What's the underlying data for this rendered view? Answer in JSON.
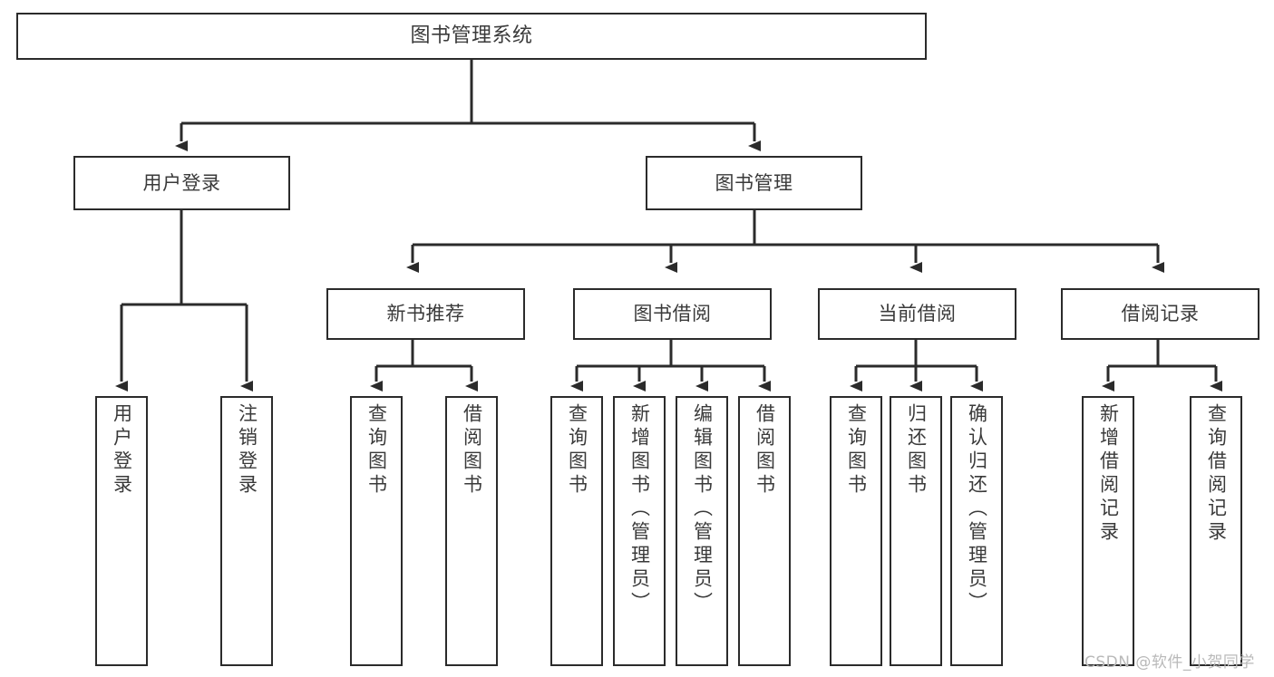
{
  "diagram": {
    "type": "tree",
    "title": "图书管理系统",
    "root": {
      "label": "图书管理系统"
    },
    "level2": [
      {
        "label": "用户登录"
      },
      {
        "label": "图书管理"
      }
    ],
    "level3": [
      {
        "label": "新书推荐"
      },
      {
        "label": "图书借阅"
      },
      {
        "label": "当前借阅"
      },
      {
        "label": "借阅记录"
      }
    ],
    "leaves": {
      "user_login": [
        {
          "label": "用户登录"
        },
        {
          "label": "注销登录"
        }
      ],
      "new_book_recommend": [
        {
          "label": "查询图书"
        },
        {
          "label": "借阅图书"
        }
      ],
      "book_borrow": [
        {
          "label": "查询图书"
        },
        {
          "label": "新增图书（管理员）"
        },
        {
          "label": "编辑图书（管理员）"
        },
        {
          "label": "借阅图书"
        }
      ],
      "current_borrow": [
        {
          "label": "查询图书"
        },
        {
          "label": "归还图书"
        },
        {
          "label": "确认归还（管理员）"
        }
      ],
      "borrow_records": [
        {
          "label": "新增借阅记录"
        },
        {
          "label": "查询借阅记录"
        }
      ]
    }
  },
  "watermark": {
    "text": "CSDN @软件_小贺同学"
  },
  "colors": {
    "stroke": "#2b2b2b",
    "text": "#3a3a3a",
    "background": "#ffffff",
    "watermark": "#b9b9b9"
  }
}
